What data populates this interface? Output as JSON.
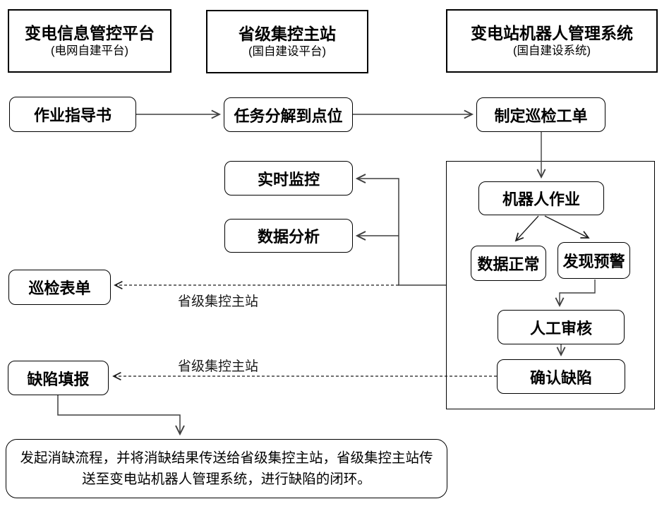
{
  "headers": [
    {
      "title": "变电信息管控平台",
      "subtitle": "(电网自建平台)"
    },
    {
      "title": "省级集控主站",
      "subtitle": "(国自建设平台)"
    },
    {
      "title": "变电站机器人管理系统",
      "subtitle": "(国自建设系统)"
    }
  ],
  "nodes": {
    "work_instruction": "作业指导书",
    "task_decompose": "任务分解到点位",
    "create_order": "制定巡检工单",
    "realtime_monitor": "实时监控",
    "data_analysis": "数据分析",
    "inspection_form": "巡检表单",
    "robot_operation": "机器人作业",
    "data_normal": "数据正常",
    "warning_found": "发现预警",
    "manual_review": "人工审核",
    "confirm_defect": "确认缺陷",
    "defect_report": "缺陷填报"
  },
  "labels": {
    "provincial_station_upper": "省级集控主站",
    "provincial_station_lower": "省级集控主站"
  },
  "note": "发起消缺流程，并将消缺结果传送给省级集控主站，省级集控主站传送至变电站机器人管理系统，进行缺陷的闭环。",
  "colors": {
    "box_border": "#000000",
    "connector_solid": "#3f3f3f",
    "connector_dashed": "#1a1a1a",
    "background": "#ffffff",
    "text": "#000000"
  }
}
